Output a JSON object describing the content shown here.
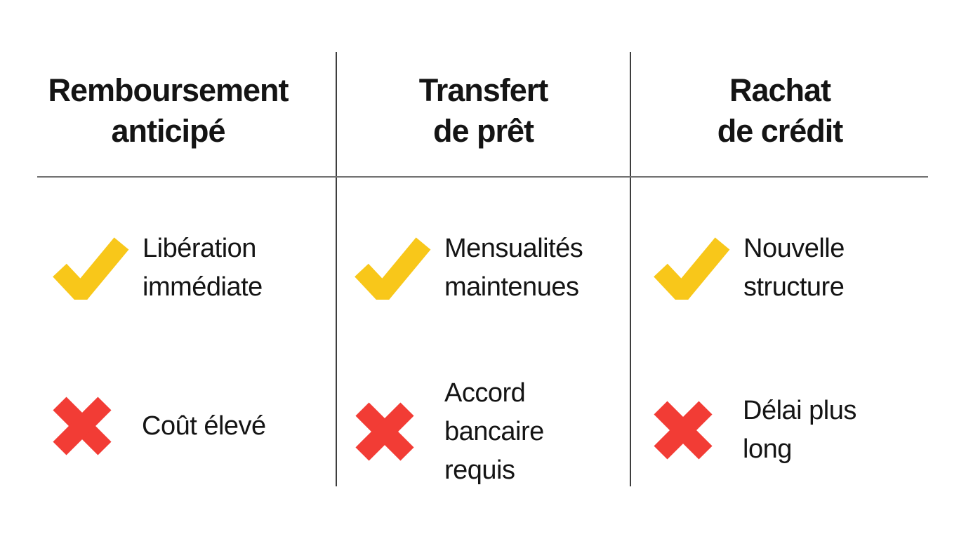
{
  "colors": {
    "check": "#F8C71A",
    "cross": "#F23C35",
    "text": "#141414",
    "vline": "#3E3E3E",
    "hline": "#717171",
    "background": "#FFFFFF"
  },
  "columns": [
    {
      "id": "remboursement-anticipe",
      "header": "Remboursement\nanticipé",
      "pro": {
        "icon": "check-icon",
        "text": "Libération\nimmédiate"
      },
      "con": {
        "icon": "cross-icon",
        "text": "Coût élevé"
      }
    },
    {
      "id": "transfert-de-pret",
      "header": "Transfert\nde prêt",
      "pro": {
        "icon": "check-icon",
        "text": "Mensualités\nmaintenues"
      },
      "con": {
        "icon": "cross-icon",
        "text": "Accord\nbancaire\nrequis"
      }
    },
    {
      "id": "rachat-de-credit",
      "header": "Rachat\nde crédit",
      "pro": {
        "icon": "check-icon",
        "text": "Nouvelle\nstructure"
      },
      "con": {
        "icon": "cross-icon",
        "text": "Délai plus\nlong"
      }
    }
  ]
}
